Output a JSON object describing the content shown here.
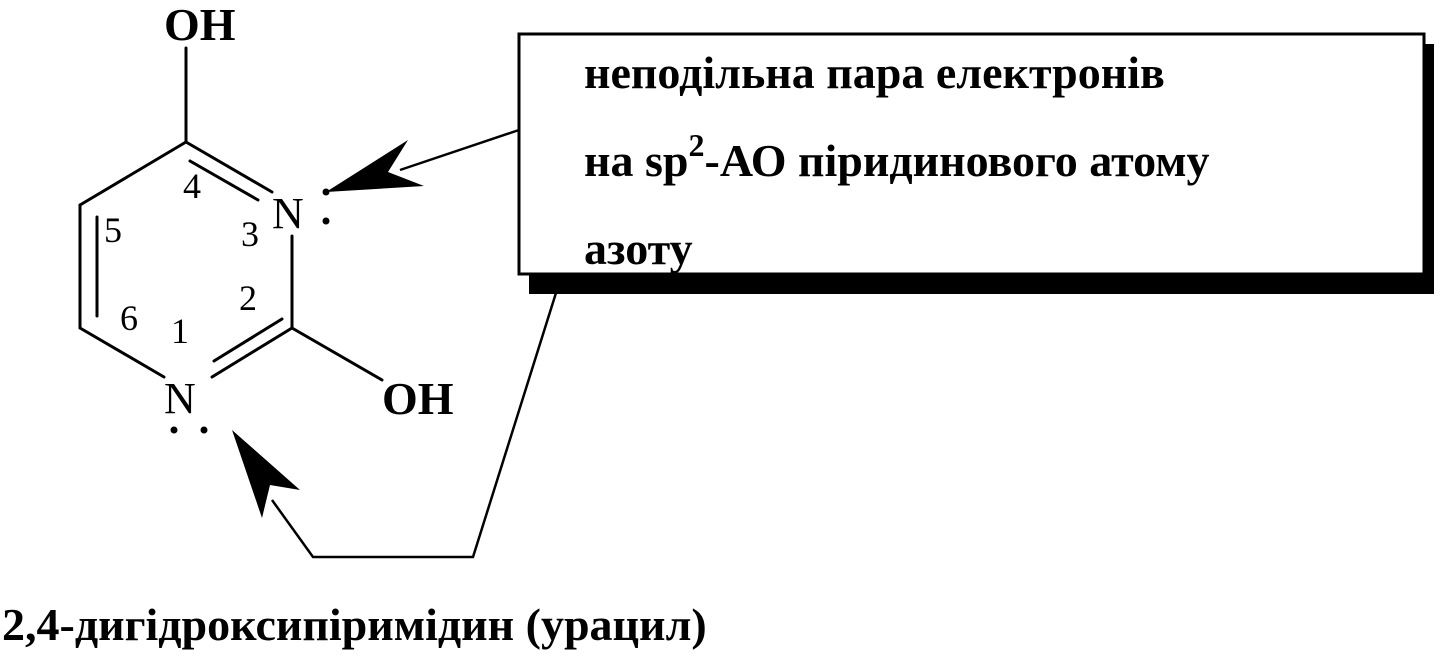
{
  "molecule": {
    "atoms": {
      "oh_top": "OH",
      "oh_right": "OH",
      "n3": "N",
      "n1": "N"
    },
    "positions": {
      "p1": "1",
      "p2": "2",
      "p3": "3",
      "p4": "4",
      "p5": "5",
      "p6": "6"
    },
    "name": "2,4-дигідроксипіримідин (урацил)"
  },
  "callout": {
    "line1": "неподільна пара електронів",
    "line2_prefix": "на sp",
    "line2_sup": "2",
    "line2_suffix": "-АО піридинового атому",
    "line3": "азоту"
  },
  "colors": {
    "ink": "#000000",
    "background": "#ffffff"
  }
}
